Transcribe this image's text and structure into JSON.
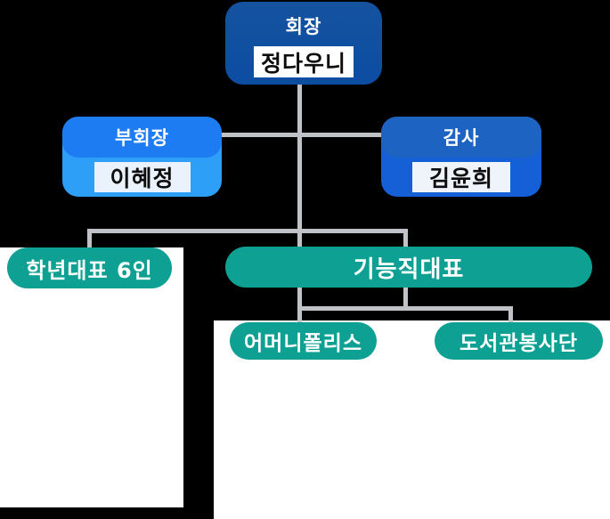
{
  "org_chart": {
    "chairman": {
      "title": "회장",
      "name": "정다우니"
    },
    "vice_chairman": {
      "title": "부회장",
      "name": "이혜정"
    },
    "auditor": {
      "title": "감사",
      "name": "김윤희"
    },
    "grade_reps": {
      "label": "학년대표 6인"
    },
    "functional_reps": {
      "label": "기능직대표"
    },
    "sub_groups": [
      {
        "label": "어머니폴리스"
      },
      {
        "label": "도서관봉사단"
      }
    ]
  },
  "colors": {
    "background": "#000000",
    "backing_card": "#ffffff",
    "chairman_blue": "#0c4da2",
    "vice_title_blue": "#1e7cf3",
    "vice_body_blue": "#2e9ff6",
    "auditor_title_blue": "#1c63c2",
    "auditor_body_blue": "#1560d6",
    "teal": "#0da093",
    "connector_gray": "#bfc3c8",
    "name_plate": "#ffffff",
    "name_text": "#0d0d0d"
  }
}
